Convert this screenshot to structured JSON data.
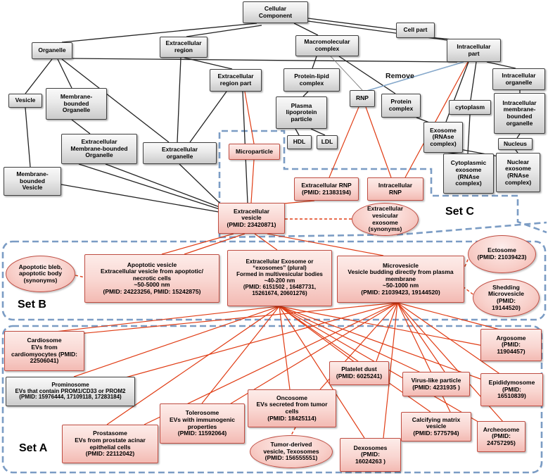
{
  "diagram": {
    "set_labels": {
      "set_a": "Set A",
      "set_b": "Set B",
      "set_c": "Set C"
    },
    "edge_labels": {
      "remove": "Remove"
    },
    "colors": {
      "gray_node_fill": "#e3e3e3",
      "gray_node_border": "#404040",
      "pink_node_fill": "#f8d2cc",
      "pink_node_border": "#bf4d42",
      "black_edge": "#222222",
      "red_edge": "#e03c14",
      "blue_edge": "#85a8cb",
      "blue_region_dash": "#7b9cc4"
    },
    "nodes": {
      "cellular_component": {
        "label": "Cellular\nComponent"
      },
      "cell_part": {
        "label": "Cell part"
      },
      "organelle": {
        "label": "Organelle"
      },
      "extracellular_region": {
        "label": "Extracellular\nregion"
      },
      "macromolecular_complex": {
        "label": "Macromolecular\ncomplex"
      },
      "intracellular_part": {
        "label": "Intracellular\npart"
      },
      "extracellular_region_part": {
        "label": "Extracellular\nregion part"
      },
      "protein_lipid_complex": {
        "label": "Protein-lipid\ncomplex"
      },
      "rnp": {
        "label": "RNP"
      },
      "protein_complex": {
        "label": "Protein\ncomplex"
      },
      "cytoplasm": {
        "label": "cytoplasm"
      },
      "intracellular_organelle": {
        "label": "Intracellular\norganelle"
      },
      "intracellular_mbo": {
        "label": "Intracellular\nmembrane-\nbounded\norganelle"
      },
      "vesicle": {
        "label": "Vesicle"
      },
      "membrane_bounded_organelle": {
        "label": "Membrane-\nbounded\nOrganelle"
      },
      "plasma_lipoprotein_particle": {
        "label": "Plasma\nlipoprotein\nparticle"
      },
      "hdl": {
        "label": "HDL"
      },
      "ldl": {
        "label": "LDL"
      },
      "exosome_rnase": {
        "label": "Exosome\n(RNAse\ncomplex)"
      },
      "nucleus": {
        "label": "Nucleus"
      },
      "cytoplasmic_exosome": {
        "label": "Cytoplasmic\nexosome\n(RNAse\ncomplex)"
      },
      "nuclear_exosome": {
        "label": "Nuclear\nexosome\n(RNAse\ncomplex)"
      },
      "extracellular_mbo": {
        "label": "Extracellular\nMembrane-bounded\nOrganelle"
      },
      "extracellular_organelle": {
        "label": "Extracellular\norganelle"
      },
      "membrane_bounded_vesicle": {
        "label": "Membrane-\nbounded\nVesicle"
      },
      "microparticle": {
        "label": "Microparticle"
      },
      "extracellular_rnp": {
        "label": "Extracellular RNP\n(PMID: 21383194)"
      },
      "intracellular_rnp": {
        "label": "Intracellular\nRNP"
      },
      "extracellular_vesicle": {
        "label": "Extracellular\nvesicle\n(PMID: 23420871)"
      },
      "ev_exosome_synonyms": {
        "label": "Extracellular\nvesicular\nexosome\n(synonyms)"
      },
      "apoptotic_bleb": {
        "label": "Apoptotic bleb,\napoptotic body\n(synonyms)"
      },
      "apoptotic_vesicle": {
        "label": "Apoptotic vesicle\nExtracellular vesicle from apoptotic/\nnecrotic cells\n~50-5000 nm\n(PMID: 24223256, PMID: 15242875)"
      },
      "extracellular_exosome": {
        "label": "Extracellular Exosome or\n“exosomes” (plural)\nFormed in multivesicular bodies\n~40-200 nm\n(PMID: 6151502 , 16487731,\n15261674, 20601276)"
      },
      "microvesicle": {
        "label": "Microvesicle\nVesicle budding directly from plasma\nmembrane\n~50-1000 nm\n(PMID: 21039423, 19144520)"
      },
      "ectosome": {
        "label": "Ectosome\n(PMID: 21039423)"
      },
      "shedding_microvesicle": {
        "label": "Shedding\nMicrovesicle\n(PMID:\n19144520)"
      },
      "cardiosome": {
        "label": "Cardiosome\nEVs from\ncardiomyocytes (PMID:\n22506041)"
      },
      "prominosome": {
        "label": "Prominosome\nEVs that contain PROM1/CD33 or PROM2\n(PMID: 15976444, 17109118, 17283184)"
      },
      "prostasome": {
        "label": "Prostasome\nEVs from prostate acinar\nepithelial cells\n(PMID: 22112042)"
      },
      "tolerosome": {
        "label": "Tolerosome\nEVs with immunogenic\nproperties\n(PMID: 11592064)"
      },
      "oncosome": {
        "label": "Oncosome\nEVs secreted from tumor\ncells\n(PMID: 18425114)"
      },
      "tumor_derived_vesicle": {
        "label": "Tumor-derived\nvesicle, Texosomes\n(PMID: 156555551)"
      },
      "platelet_dust": {
        "label": "Platelet dust\n(PMID: 6025241)"
      },
      "dexosomes": {
        "label": "Dexosomes\n(PMID:\n16024263 )"
      },
      "virus_like_particle": {
        "label": "Virus-like particle\n(PMID: 4231935 )"
      },
      "calcifying_matrix_vesicle": {
        "label": "Calcifying matrix\nvesicle\n(PMID: 5775794)"
      },
      "argosome": {
        "label": "Argosome\n(PMID:\n11904457)"
      },
      "epididymosome": {
        "label": "Epididymosome\n(PMID:\n16510839)"
      },
      "archeosome": {
        "label": "Archeosome\n(PMID:\n24757295)"
      }
    }
  }
}
